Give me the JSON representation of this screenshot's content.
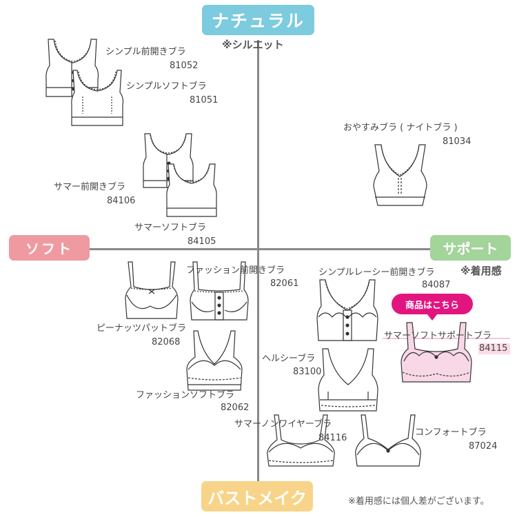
{
  "axes": {
    "top": "ナチュラル",
    "top_note": "※シルエット",
    "bottom": "バストメイク",
    "left": "ソフト",
    "right": "サポート",
    "right_note": "※着用感"
  },
  "colors": {
    "top": "#7ccbdf",
    "bottom": "#f7d489",
    "left": "#ef9aa1",
    "right": "#a3d49a",
    "badge": "#e2157f",
    "highlight_fill": "#f8d8e6"
  },
  "products": [
    {
      "name": "シンプル前開きブラ",
      "code": "81052"
    },
    {
      "name": "シンプルソフトブラ",
      "code": "81051"
    },
    {
      "name": "おやすみブラ ( ナイトブラ )",
      "code": "81034"
    },
    {
      "name": "サマー前開きブラ",
      "code": "84106"
    },
    {
      "name": "サマーソフトブラ",
      "code": "84105"
    },
    {
      "name": "ファッション前開きブラ",
      "code": "82061"
    },
    {
      "name": "シンプルレーシー前開きブラ",
      "code": "84087"
    },
    {
      "name": "ピーナッツパットブラ",
      "code": "82068"
    },
    {
      "name": "サマーソフトサポートブラ",
      "code": "84115"
    },
    {
      "name": "ヘルシーブラ",
      "code": "83100"
    },
    {
      "name": "ファッションソフトブラ",
      "code": "82062"
    },
    {
      "name": "サマーノンワイヤーブラ",
      "code": "84116"
    },
    {
      "name": "コンフォートブラ",
      "code": "87024"
    }
  ],
  "badge": "商品はこちら",
  "footnote": "※着用感には個人差がございます。"
}
